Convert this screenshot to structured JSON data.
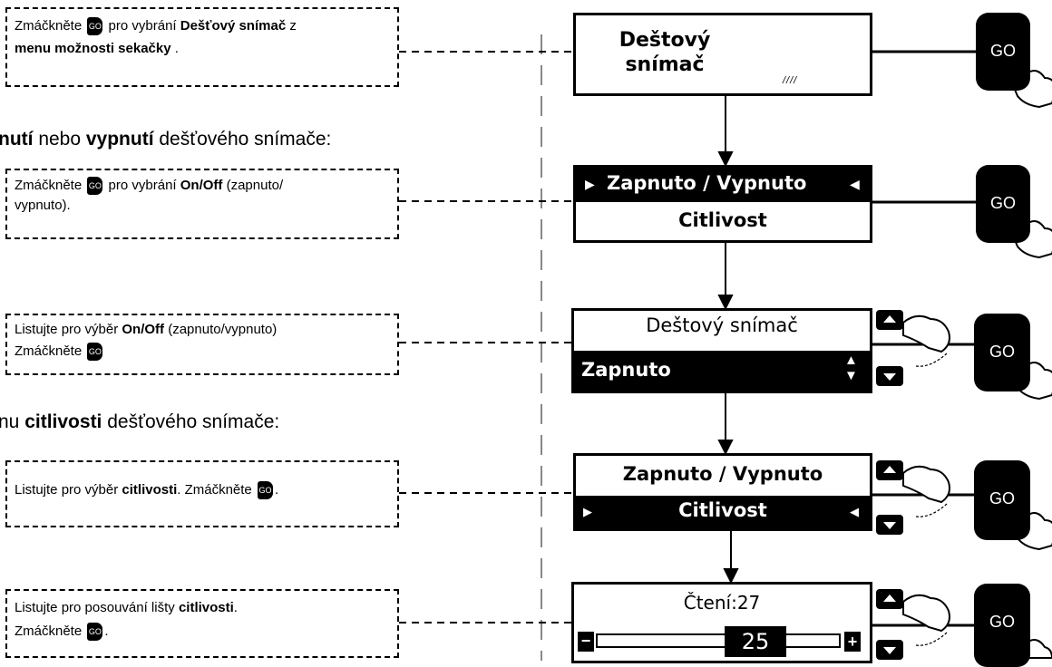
{
  "go_label": "GO",
  "headings": [
    {
      "pre": "",
      "bold": "nutí",
      "mid": " nebo ",
      "bold2": "vypnutí",
      "post": " dešťového snímače:"
    },
    {
      "pre": "nu ",
      "bold": "citlivosti",
      "mid": " dešťového snímače:",
      "bold2": "",
      "post": ""
    }
  ],
  "callouts": [
    {
      "t1": "Zmáčkněte ",
      "t2": " pro vybrání ",
      "b1": "Dešťový snímač",
      "t3": " z",
      "b2": "menu možnosti sekačky",
      "t4": " ."
    },
    {
      "t1": "Zmáčkněte ",
      "t2": " pro vybrání ",
      "b1": "On/Off",
      "t3": " (zapnuto/",
      "l2": "vypnuto)."
    },
    {
      "t1": "Listujte pro výběr ",
      "b1": "On/Off",
      "t2": " (zapnuto/vypnuto)",
      "l2": "Zmáčkněte "
    },
    {
      "t1": "Listujte pro výběr ",
      "b1": "citlivosti",
      "t2": ". Zmáčkněte ",
      "t3": "."
    },
    {
      "t1": "Listujte pro posouvání lišty ",
      "b1": "citlivosti",
      "t2": ".",
      "l2": "Zmáčkněte ",
      "t3": "."
    }
  ],
  "screens": {
    "s1": {
      "line1": "Deštový",
      "line2": "snímač",
      "drops": "////"
    },
    "s2": {
      "item1": "Zapnuto / Vypnuto",
      "item2": "Citlivost"
    },
    "s3": {
      "title": "Deštový snímač",
      "value": "Zapnuto"
    },
    "s4": {
      "item1": "Zapnuto / Vypnuto",
      "item2": "Citlivost"
    },
    "s5": {
      "reading_label": "Čtení:27",
      "value": "25",
      "minus": "−",
      "plus": "+"
    }
  }
}
